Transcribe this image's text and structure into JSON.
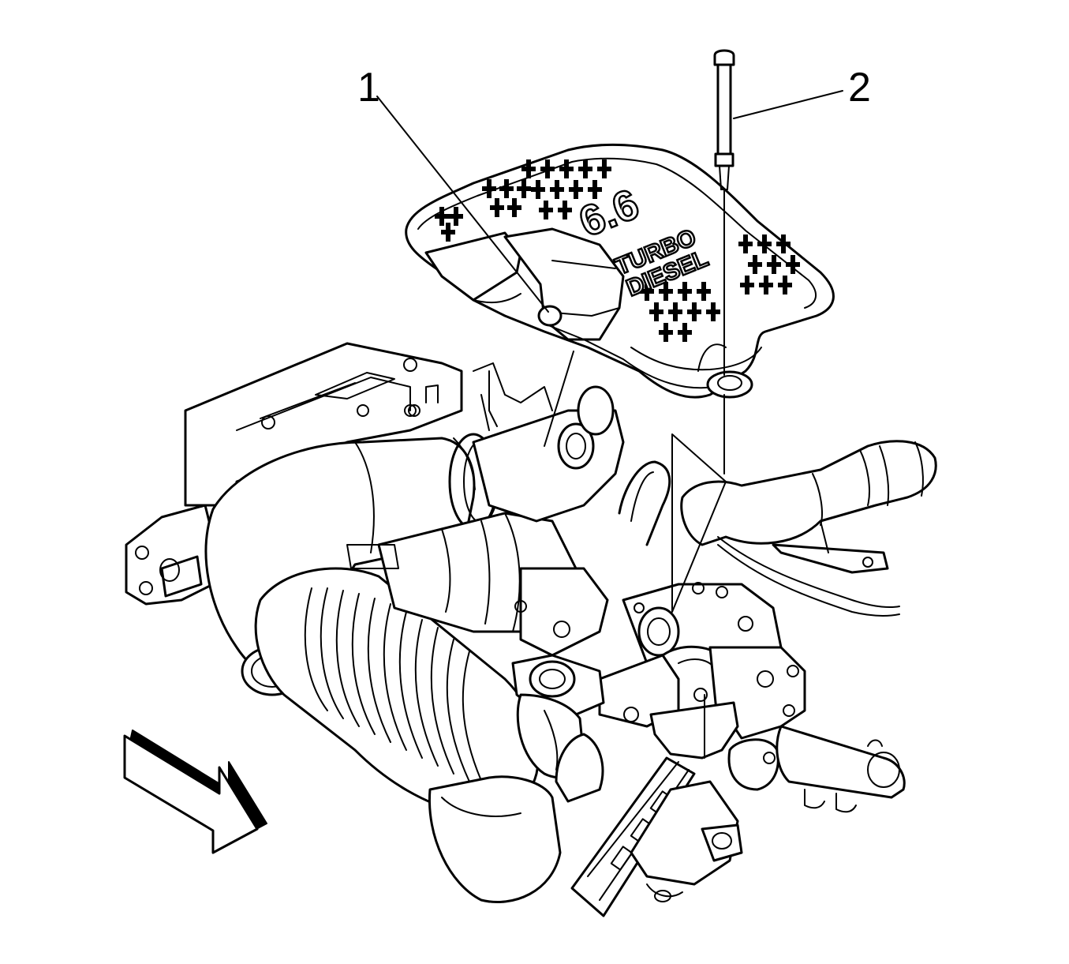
{
  "callouts": [
    {
      "number": "1",
      "part": "engine-cover"
    },
    {
      "number": "2",
      "part": "cover-bolt"
    }
  ],
  "cover_badge": {
    "line1": "6.6",
    "line2": "TURBO",
    "line3": "DIESEL"
  },
  "orientation_arrow": {
    "direction": "front-of-vehicle",
    "icon": "direction-arrow-icon"
  }
}
